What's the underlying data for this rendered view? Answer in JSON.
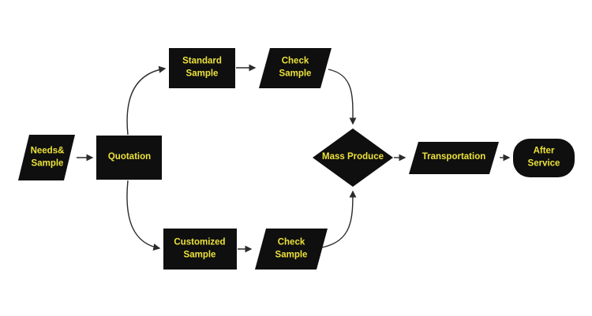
{
  "diagram": {
    "type": "flowchart",
    "background": "#ffffff",
    "colors": {
      "shape_fill": "#0f0f0f",
      "label": "#ece23a",
      "arrow": "#2b2b2b"
    },
    "nodes": {
      "needs_sample": {
        "label": "Needs&\nSample",
        "shape": "parallelogram"
      },
      "quotation": {
        "label": "Quotation",
        "shape": "rectangle"
      },
      "standard_sample": {
        "label": "Standard\nSample",
        "shape": "rectangle"
      },
      "check_sample_top": {
        "label": "Check\nSample",
        "shape": "parallelogram"
      },
      "customized_sample": {
        "label": "Customized\nSample",
        "shape": "rectangle"
      },
      "check_sample_bottom": {
        "label": "Check\nSample",
        "shape": "parallelogram"
      },
      "mass_produce": {
        "label": "Mass Produce",
        "shape": "diamond"
      },
      "transportation": {
        "label": "Transportation",
        "shape": "parallelogram"
      },
      "after_service": {
        "label": "After Service",
        "shape": "stadium"
      }
    },
    "edges": [
      {
        "from": "needs_sample",
        "to": "quotation"
      },
      {
        "from": "quotation",
        "to": "standard_sample"
      },
      {
        "from": "quotation",
        "to": "customized_sample"
      },
      {
        "from": "standard_sample",
        "to": "check_sample_top"
      },
      {
        "from": "customized_sample",
        "to": "check_sample_bottom"
      },
      {
        "from": "check_sample_top",
        "to": "mass_produce"
      },
      {
        "from": "check_sample_bottom",
        "to": "mass_produce"
      },
      {
        "from": "mass_produce",
        "to": "transportation"
      },
      {
        "from": "transportation",
        "to": "after_service"
      }
    ]
  }
}
